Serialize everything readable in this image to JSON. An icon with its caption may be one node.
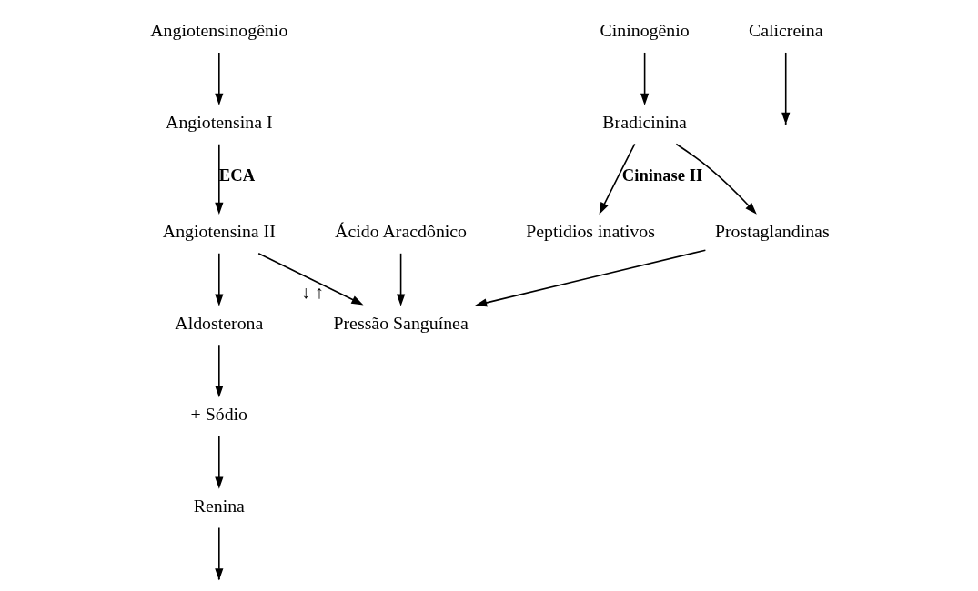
{
  "diagram": {
    "nodes": [
      {
        "text": [
          "Angiotensinogênio"
        ]
      },
      {
        "text": [
          "Cininogênio"
        ]
      },
      {
        "text": [
          "Calicreína"
        ]
      },
      {
        "text": [
          "Renina"
        ]
      },
      {
        "text": [
          "Bradicinina"
        ]
      },
      {
        "text": [
          "Angiotensina I"
        ]
      },
      {
        "text": [
          "Ácido Aracdônico"
        ]
      },
      {
        "text": [
          "+ Sódio"
        ]
      },
      {
        "text": [
          "Peptidios inativos"
        ]
      },
      {
        "text": [
          "Angiotensina II"
        ]
      },
      {
        "text": [
          "Prostaglandinas"
        ]
      },
      {
        "text": [
          "Aldosterona"
        ]
      },
      {
        "text": [
          "Pressão Sanguínea"
        ],
        "beside": [
          "↓",
          "↑"
        ]
      }
    ],
    "edges": [
      {
        "from": 1,
        "to": 4,
        "arrow": "to"
      },
      {
        "from": 2,
        "to": null,
        "arrow": "to"
      },
      {
        "from": 0,
        "to": 5,
        "arrow": "to"
      },
      {
        "from": 3,
        "to": null,
        "arrow": "to"
      },
      {
        "from": 4,
        "to": 10,
        "arrow": "to"
      },
      {
        "from": 4,
        "to": 8,
        "arrow": "to",
        "label": "Cininase II"
      },
      {
        "from": 5,
        "to": 9,
        "arrow": "to",
        "label": "ECA"
      },
      {
        "from": 6,
        "to": 12,
        "arrow": "to"
      },
      {
        "from": 10,
        "to": 12,
        "arrow": "to"
      },
      {
        "from": 9,
        "to": 12,
        "arrow": "to"
      },
      {
        "from": 9,
        "to": 11,
        "arrow": "to"
      },
      {
        "from": 11,
        "to": 7,
        "arrow": "to"
      },
      {
        "from": 7,
        "to": 3,
        "arrow": "to"
      }
    ]
  }
}
